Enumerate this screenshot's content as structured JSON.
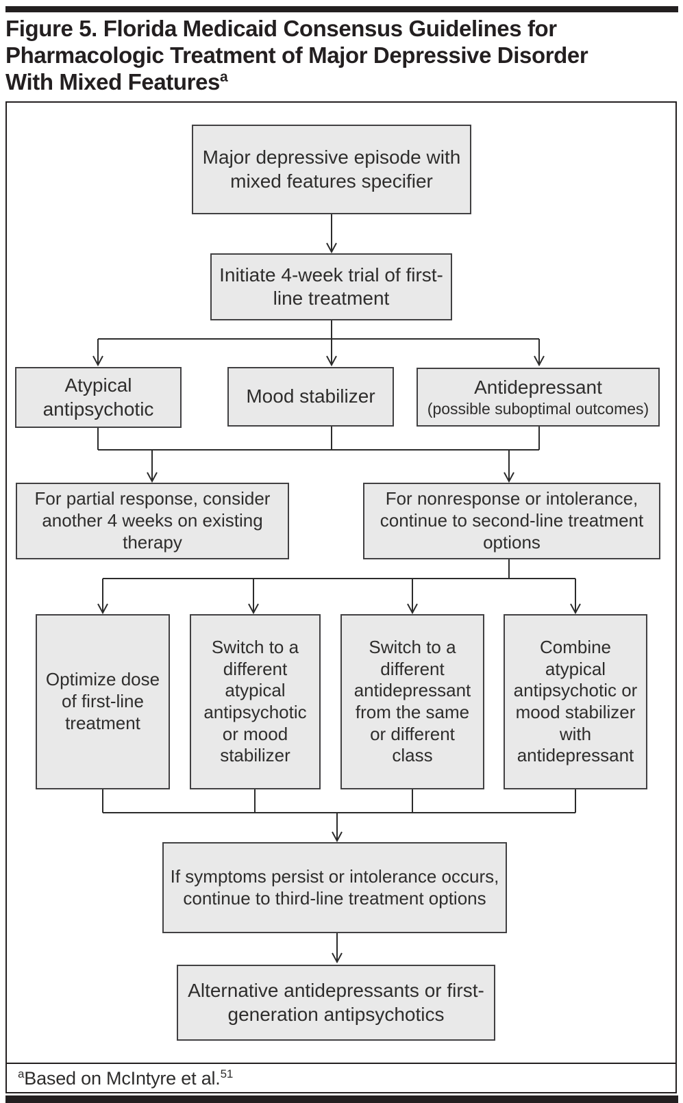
{
  "figure": {
    "title_line1": "Figure 5. Florida Medicaid Consensus Guidelines for",
    "title_line2": "Pharmacologic Treatment of Major Depressive Disorder",
    "title_line3": "With Mixed Features",
    "title_superscript": "a"
  },
  "flowchart": {
    "nodes": {
      "episode": "Major depressive episode with mixed features specifier",
      "initiate": "Initiate 4-week trial of first-line treatment",
      "atypical": "Atypical antipsychotic",
      "mood_stabilizer": "Mood stabilizer",
      "antidepressant": "Antidepressant",
      "antidepressant_note": "(possible suboptimal outcomes)",
      "partial_response": "For partial response, consider another 4 weeks on existing therapy",
      "nonresponse": "For nonresponse or intolerance, continue to second-line treatment options",
      "optimize_dose": "Optimize dose of first-line treatment",
      "switch_atypical": "Switch to a different atypical antipsychotic or mood stabilizer",
      "switch_antidepressant": "Switch to a different antidepressant from the same or different class",
      "combine": "Combine atypical antipsychotic or mood stabilizer with antidepressant",
      "symptoms_persist": "If symptoms persist or intolerance occurs, continue to third-line treatment options",
      "alternative": "Alternative antidepressants or first-generation antipsychotics"
    }
  },
  "footnote": {
    "superscript": "a",
    "text": "Based on McIntyre et al.",
    "reference": "51"
  },
  "colors": {
    "box_fill": "#e9e9e9",
    "box_border": "#414042",
    "connector_line": "#2b2b2b",
    "text": "#2e2d2c",
    "rule": "#231f20"
  }
}
